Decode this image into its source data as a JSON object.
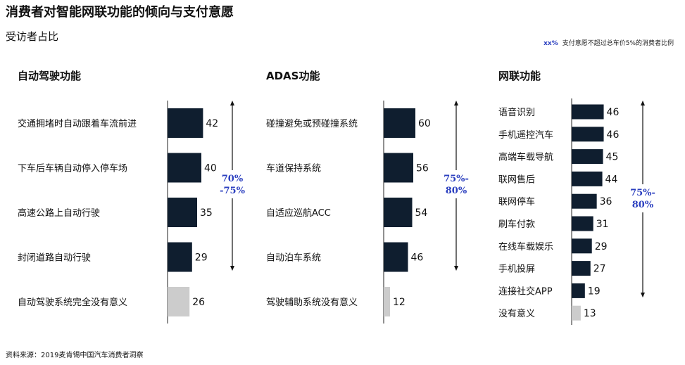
{
  "title": "消费者对智能网联功能的倾向与支付意愿",
  "subtitle": "受访者占比",
  "legend": {
    "key": "xx%",
    "text": "支付意愿不超过总车价5%的消费者比例"
  },
  "footer": "资料来源：2019麦肯锡中国汽车消费者洞察",
  "colors": {
    "bar": "#0f1e2f",
    "bar_muted": "#cccccc",
    "accent": "#2b3fbf"
  },
  "chart_data": [
    {
      "type": "bar",
      "title": "自动驾驶功能",
      "categories": [
        "交通拥堵时自动跟着车流前进",
        "下车后车辆自动停入停车场",
        "高速公路上自动行驶",
        "封闭道路自动行驶",
        "自动驾驶系统完全没有意义"
      ],
      "values": [
        42,
        40,
        35,
        29,
        26
      ],
      "muted": [
        false,
        false,
        false,
        false,
        true
      ],
      "bracket_label": [
        "70%",
        "-75%"
      ]
    },
    {
      "type": "bar",
      "title": "ADAS功能",
      "categories": [
        "碰撞避免或预碰撞系统",
        "车道保持系统",
        "自适应巡航ACC",
        "自动泊车系统",
        "驾驶辅助系统没有意义"
      ],
      "values": [
        60,
        56,
        54,
        46,
        12
      ],
      "muted": [
        false,
        false,
        false,
        false,
        true
      ],
      "bracket_label": [
        "75%-",
        "80%"
      ]
    },
    {
      "type": "bar",
      "title": "网联功能",
      "categories": [
        "语音识别",
        "手机遥控汽车",
        "高端车载导航",
        "联网售后",
        "联网停车",
        "刷车付款",
        "在线车载娱乐",
        "手机投屏",
        "连接社交APP",
        "没有意义"
      ],
      "values": [
        46,
        46,
        45,
        44,
        36,
        31,
        29,
        27,
        19,
        13
      ],
      "muted": [
        false,
        false,
        false,
        false,
        false,
        false,
        false,
        false,
        false,
        true
      ],
      "bracket_label": [
        "75%-",
        "80%"
      ]
    }
  ]
}
